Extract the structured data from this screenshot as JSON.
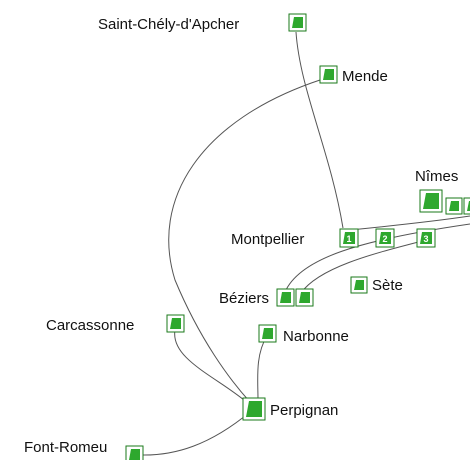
{
  "colors": {
    "station_fill": "#2ea82e",
    "station_border": "#1a7a1a",
    "route_stroke": "#555555",
    "label_text": "#111111",
    "background": "#ffffff"
  },
  "marker_icon": "green-square-station-icon",
  "cities": {
    "saint_chely": "Saint-Chély-d'Apcher",
    "mende": "Mende",
    "nimes": "Nîmes",
    "montpellier": "Montpellier",
    "beziers": "Béziers",
    "sete": "Sète",
    "carcassonne": "Carcassonne",
    "narbonne": "Narbonne",
    "perpignan": "Perpignan",
    "font_romeu": "Font-Romeu"
  },
  "montpellier_markers": [
    "1",
    "2",
    "3"
  ]
}
